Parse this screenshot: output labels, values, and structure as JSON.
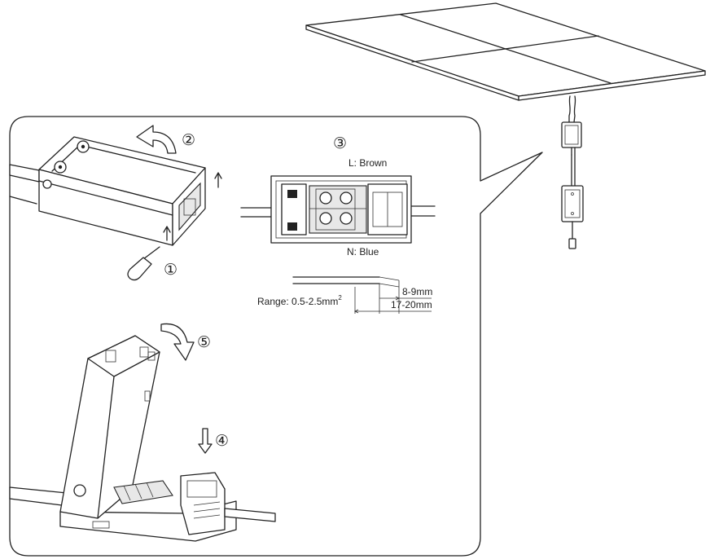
{
  "labels": {
    "live": "L: Brown",
    "neutral": "N: Blue",
    "range_prefix": "Range: 0.5-2.5mm",
    "range_sup": "2",
    "strip_short": "8-9mm",
    "strip_long": "17-20mm"
  },
  "steps": {
    "s1": "①",
    "s2": "②",
    "s3": "③",
    "s4": "④",
    "s5": "⑤"
  }
}
